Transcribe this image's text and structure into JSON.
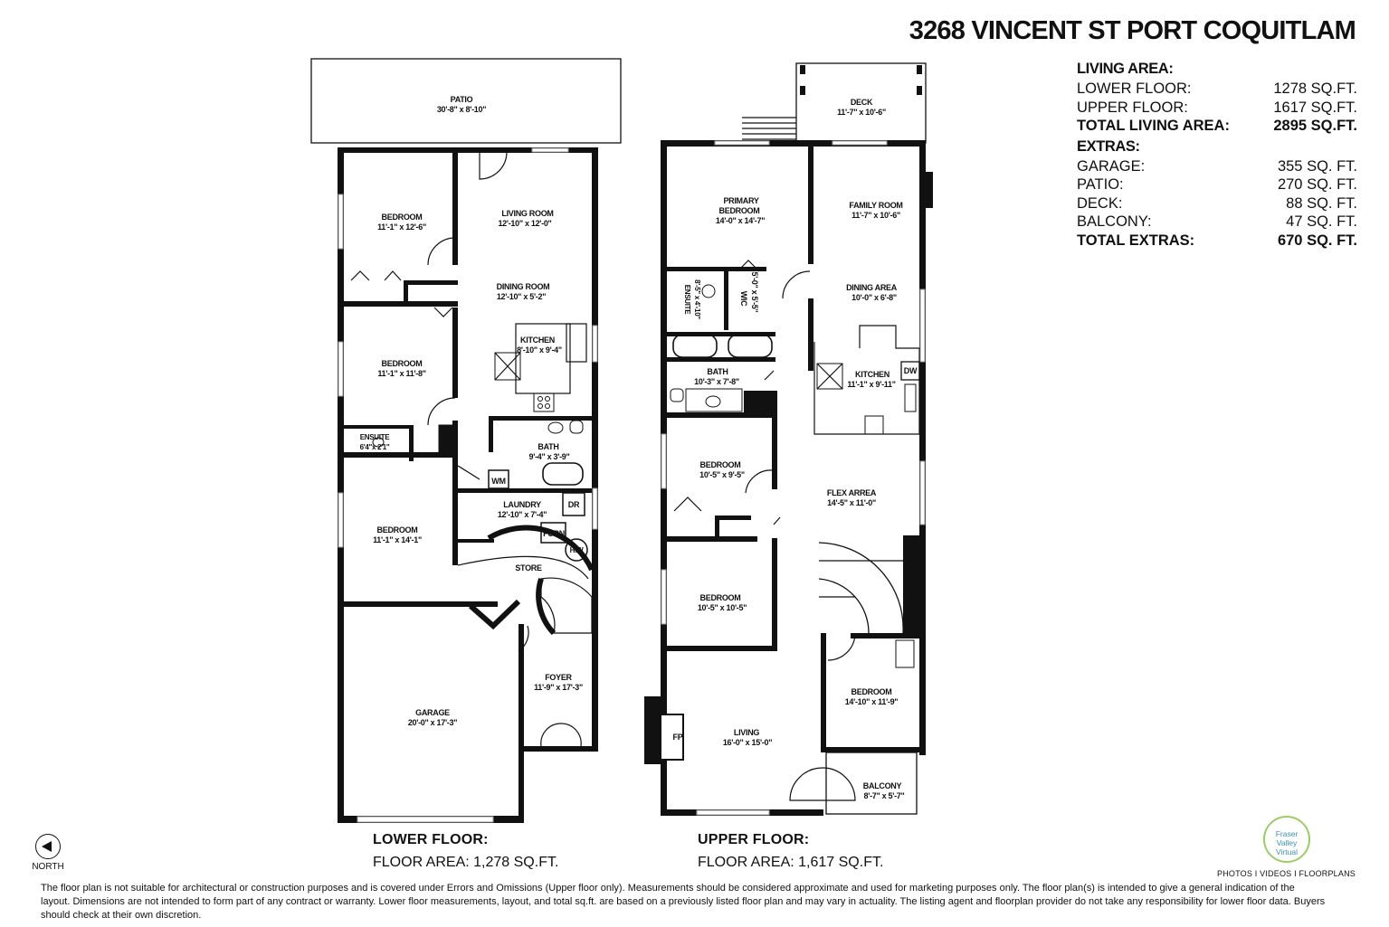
{
  "title": "3268 VINCENT ST PORT COQUITLAM",
  "areas": {
    "living_header": "LIVING AREA:",
    "lower_label": "LOWER FLOOR:",
    "lower_value": "1278 SQ.FT.",
    "upper_label": "UPPER FLOOR:",
    "upper_value": "1617 SQ.FT.",
    "total_living_label": "TOTAL LIVING AREA:",
    "total_living_value": "2895 SQ.FT.",
    "extras_header": "EXTRAS:",
    "garage_label": "GARAGE:",
    "garage_value": "355 SQ. FT.",
    "patio_label": "PATIO:",
    "patio_value": "270 SQ. FT.",
    "deck_label": "DECK:",
    "deck_value": "88 SQ. FT.",
    "balcony_label": "BALCONY:",
    "balcony_value": "47 SQ. FT.",
    "total_extras_label": "TOTAL EXTRAS:",
    "total_extras_value": "670 SQ. FT."
  },
  "lower_floor": {
    "title": "LOWER FLOOR:",
    "area": "FLOOR AREA: 1,278 SQ.FT.",
    "rooms": {
      "patio": {
        "name": "PATIO",
        "dim": "30'-8\" x 8'-10\""
      },
      "bedroom1": {
        "name": "BEDROOM",
        "dim": "11'-1\" x 12'-6\""
      },
      "living": {
        "name": "LIVING    ROOM",
        "dim": "12'-10\" x 12'-0\""
      },
      "dining": {
        "name": "DINING ROOM",
        "dim": "12'-10\" x 5'-2\""
      },
      "kitchen": {
        "name": "KITCHEN",
        "dim": "8'-10\" x 9'-4\""
      },
      "bedroom2": {
        "name": "BEDROOM",
        "dim": "11'-1\" x 11'-8\""
      },
      "ensuite": {
        "name": "ENSUITE",
        "dim": "6'4\"x 2'1\""
      },
      "bath": {
        "name": "BATH",
        "dim": "9'-4\" x 3'-9\""
      },
      "wm": "WM",
      "dr": "DR",
      "furn": "FURN",
      "hw": "H.W",
      "laundry": {
        "name": "LAUNDRY",
        "dim": "12'-10\" x 7'-4\""
      },
      "bedroom3": {
        "name": "BEDROOM",
        "dim": "11'-1\" x 14'-1\""
      },
      "store": "STORE",
      "foyer": {
        "name": "FOYER",
        "dim": "11'-9\" x 17'-3\""
      },
      "garage": {
        "name": "GARAGE",
        "dim": "20'-0\" x 17'-3\""
      }
    }
  },
  "upper_floor": {
    "title": "UPPER FLOOR:",
    "area": "FLOOR AREA: 1,617 SQ.FT.",
    "rooms": {
      "deck": {
        "name": "DECK",
        "dim": "11'-7\" x 10'-6\""
      },
      "primary": {
        "name1": "PRIMARY",
        "name2": "BEDROOM",
        "dim": "14'-0\" x 14'-7\""
      },
      "family": {
        "name": "FAMILY ROOM",
        "dim": "11'-7\" x 10'-6\""
      },
      "ensuite": {
        "name": "ENSUITE",
        "dim": "8'-5\" x 4'-10\""
      },
      "wic": {
        "name": "WIC",
        "dim": "5'-0\" x 5'-5\""
      },
      "dining": {
        "name": "DINING AREA",
        "dim": "10'-0\" x 6'-8\""
      },
      "bath": {
        "name": "BATH",
        "dim": "10'-3\" x 7'-8\""
      },
      "kitchen": {
        "name": "KITCHEN",
        "dim": "11'-1\" x 9'-11\""
      },
      "dw": "DW",
      "bedroom1": {
        "name": "BEDROOM",
        "dim": "10'-5\" x 9'-5\""
      },
      "flex": {
        "name": "FLEX ARREA",
        "dim": "14'-5\" x 11'-0\""
      },
      "bedroom2": {
        "name": "BEDROOM",
        "dim": "10'-5\" x 10'-5\""
      },
      "bedroom3": {
        "name": "BEDROOM",
        "dim": "14'-10\" x 11'-9\""
      },
      "fp": "FP",
      "living": {
        "name": "LIVING",
        "dim": "16'-0\" x 15'-0\""
      },
      "balcony": {
        "name": "BALCONY",
        "dim": "8'-7\" x 5'-7\""
      }
    }
  },
  "north": "NORTH",
  "brand": {
    "line1": "Fraser Valley",
    "line2": "Virtual"
  },
  "services": "PHOTOS I VIDEOS I FLOORPLANS",
  "disclaimer": "The floor plan is not suitable for architectural or construction purposes and is covered under Errors and Omissions (Upper floor only). Measurements should be considered approximate and used for marketing purposes only. The floor plan(s) is intended to give a general indication of the layout. Dimensions are not intended to form part of any contract or warranty. Lower floor measurements, layout, and total sq.ft. are based on a previously listed floor plan and may vary in actuality. The listing agent and floorplan provider do not take any responsibility for lower floor data. Buyers should check at their own discretion.",
  "colors": {
    "ink": "#111111",
    "brand_green": "#9ccc65",
    "brand_blue": "#3a8fb7"
  }
}
